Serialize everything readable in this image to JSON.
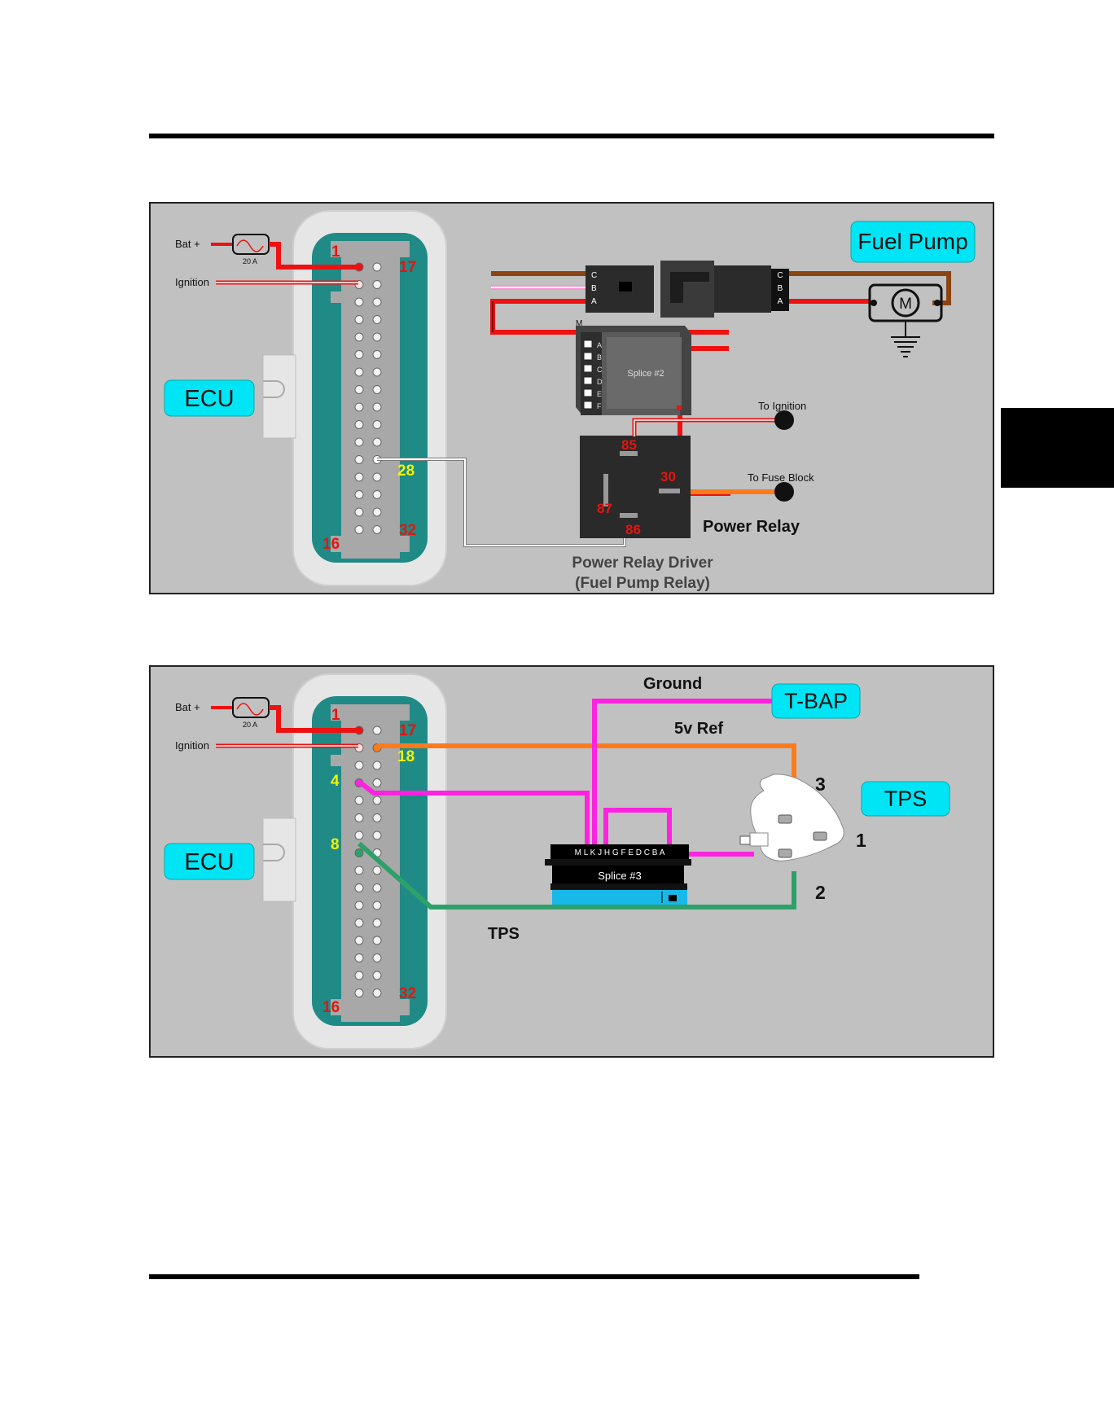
{
  "diagram1": {
    "bat_label": "Bat +",
    "fuse_label": "20 A",
    "ignition_label": "Ignition",
    "ecu_label": "ECU",
    "pin_1": "1",
    "pin_17": "17",
    "pin_28": "28",
    "pin_16": "16",
    "pin_32": "32",
    "fuel_pump_label": "Fuel Pump",
    "connector_c": "C",
    "connector_b": "B",
    "connector_a": "A",
    "motor_label": "M",
    "splice_label": "Splice #2",
    "splice_m": "M",
    "splice_pins": [
      "A",
      "B",
      "C",
      "D",
      "E",
      "F"
    ],
    "to_ignition": "To Ignition",
    "to_fuse_block": "To Fuse Block",
    "relay_pin_85": "85",
    "relay_pin_30": "30",
    "relay_pin_87": "87",
    "relay_pin_86": "86",
    "power_relay_label": "Power Relay",
    "driver_label_1": "Power Relay Driver",
    "driver_label_2": "(Fuel Pump Relay)"
  },
  "diagram2": {
    "bat_label": "Bat +",
    "fuse_label": "20 A",
    "ignition_label": "Ignition",
    "ecu_label": "ECU",
    "pin_1": "1",
    "pin_17": "17",
    "pin_18": "18",
    "pin_4": "4",
    "pin_8": "8",
    "pin_16": "16",
    "pin_32": "32",
    "ground_label": "Ground",
    "tbap_label": "T-BAP",
    "ref_label": "5v Ref",
    "tps_label": "TPS",
    "tps_wire_label": "TPS",
    "splice_label": "Splice #3",
    "splice_pins": "M L K J H G F E D C B A",
    "tps_pin_3": "3",
    "tps_pin_1": "1",
    "tps_pin_2": "2"
  },
  "colors": {
    "panel_bg": "#c1c1c1",
    "teal": "#1f8a86",
    "cyan": "#00e5f5",
    "red": "#ee1111",
    "pink": "#ff22e0",
    "orange": "#ff7b1a",
    "green": "#2ea06a",
    "brown": "#8b4513",
    "pin_red": "#e3160f",
    "pin_yellow": "#f2f20a"
  }
}
